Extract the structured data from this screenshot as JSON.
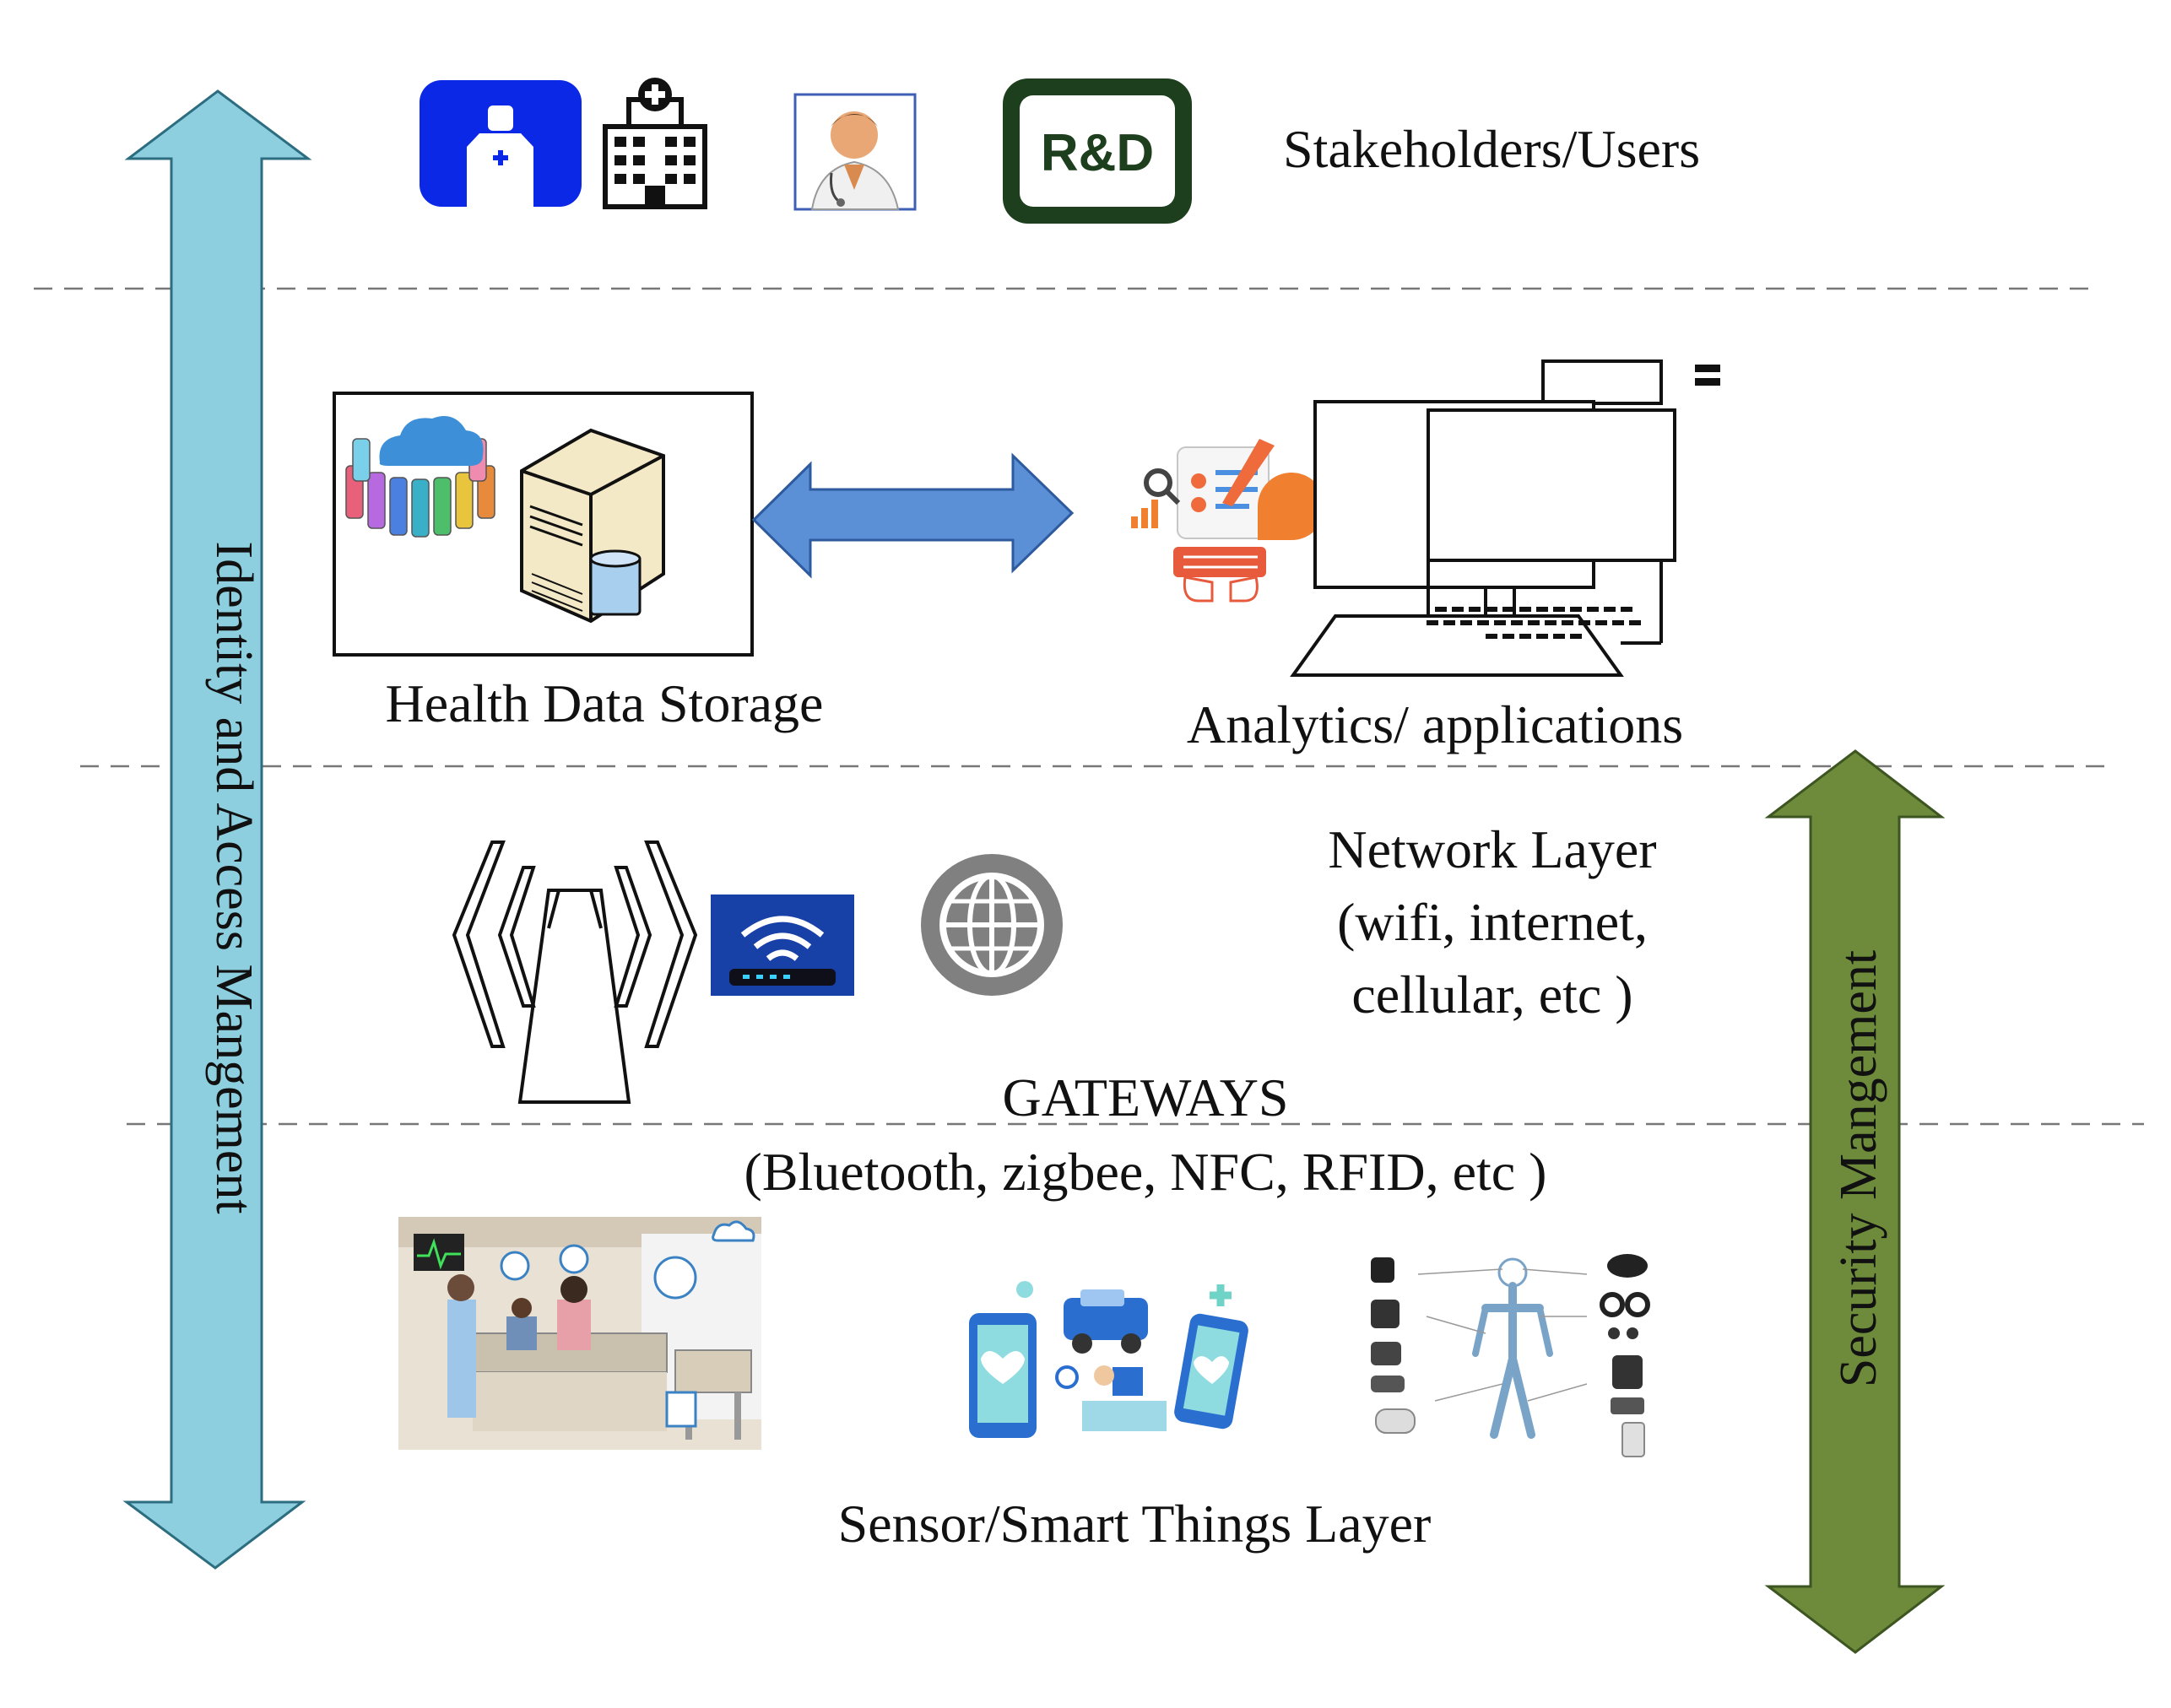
{
  "layers": {
    "stakeholders": {
      "label": "Stakeholders/Users",
      "icons": [
        "nurse-icon",
        "hospital-icon",
        "doctor-icon",
        "rnd-icon"
      ],
      "rnd_text": "R&D"
    },
    "storage": {
      "label": "Health Data Storage",
      "icons": [
        "cloud-database-icon",
        "server-icon"
      ]
    },
    "analytics": {
      "label": "Analytics/ applications",
      "icons": [
        "analytics-icon",
        "computer-icon"
      ]
    },
    "network": {
      "line1": "Network Layer",
      "line2": "(wifi, internet,",
      "line3": "cellular, etc )",
      "icons": [
        "cell-tower-icon",
        "wifi-router-icon",
        "globe-icon"
      ]
    },
    "gateways": {
      "line1": "GATEWAYS",
      "line2": "(Bluetooth, zigbee, NFC, RFID, etc )"
    },
    "sensor": {
      "label": "Sensor/Smart Things Layer",
      "icons": [
        "hospital-room-illustration",
        "mobile-health-illustration",
        "wearable-sensors-illustration"
      ]
    }
  },
  "side_arrows": {
    "identity": {
      "label": "Identity and Access Mangement",
      "color": "#8ecfdf"
    },
    "security": {
      "label": "Security Mangement",
      "color": "#6d8b3b"
    }
  },
  "colors": {
    "exchange_arrow": "#5b8fd6",
    "nurse_blue": "#0b28e6",
    "rnd_green": "#1d3f1d",
    "router_blue": "#1841a8",
    "globe_gray": "#808080"
  }
}
